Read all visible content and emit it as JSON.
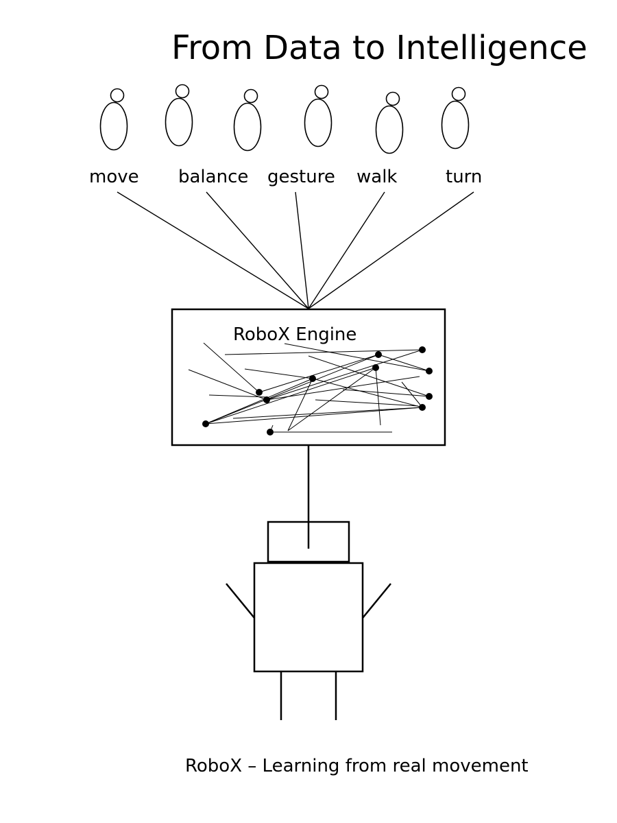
{
  "title": "From Data to Intelligence",
  "people": [
    {
      "label": "move"
    },
    {
      "label": "balance"
    },
    {
      "label": "gesture"
    },
    {
      "label": "walk"
    },
    {
      "label": "turn"
    },
    {
      "label": ""
    }
  ],
  "engine": {
    "title": "RoboX Engine"
  },
  "caption": "RoboX – Learning from real movement",
  "colors": {
    "stroke": "#000000",
    "background": "#ffffff"
  }
}
